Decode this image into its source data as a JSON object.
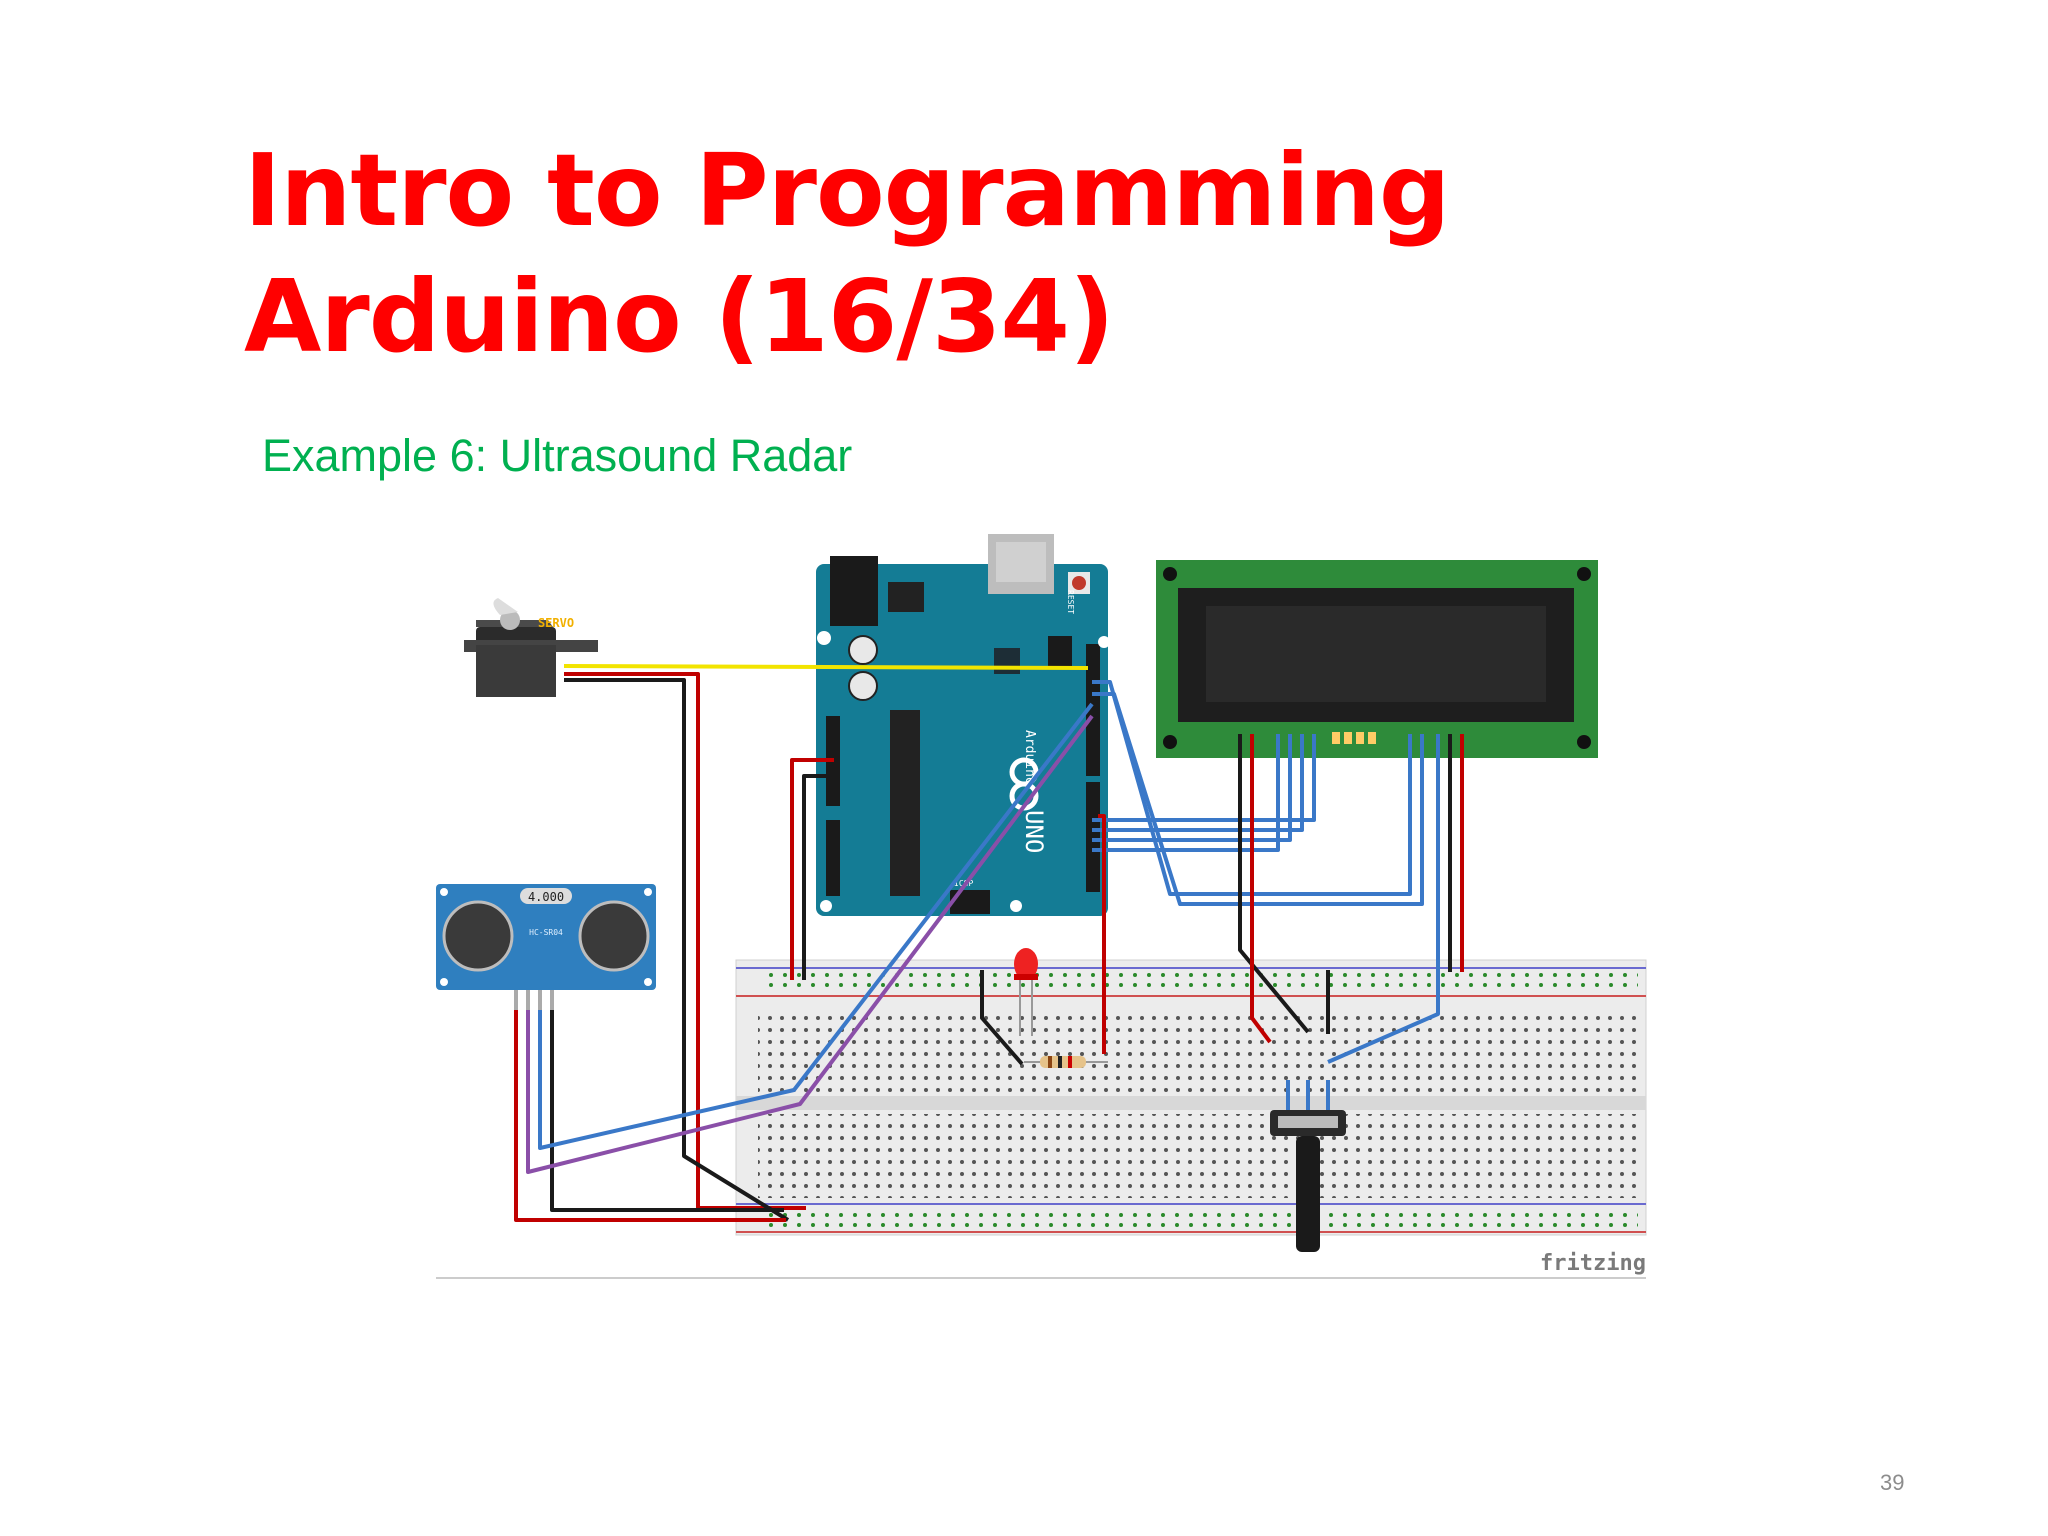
{
  "slide": {
    "title_line1": "Intro to Programming",
    "title_line2": "Arduino (16/34)",
    "subtitle": "Example 6: Ultrasound Radar",
    "page_number": "39"
  },
  "figure": {
    "servo_label": "SERVO",
    "sensor_display": "4.000",
    "sensor_model": "HC-SR04",
    "board_name": "Arduino",
    "board_model": "UNO",
    "reset_label": "RESET",
    "icsp_label": "ICSP",
    "watermark": "fritzing"
  },
  "colors": {
    "title": "#ff0000",
    "subtitle": "#00b050",
    "arduino": "#147c95",
    "lcd_pcb": "#2e8b3a",
    "sensor": "#2f7fbf",
    "wire_red": "#c00000",
    "wire_black": "#1a1a1a",
    "wire_blue": "#3a78c8",
    "wire_purple": "#8a4fa8",
    "wire_yellow": "#f2e400"
  }
}
